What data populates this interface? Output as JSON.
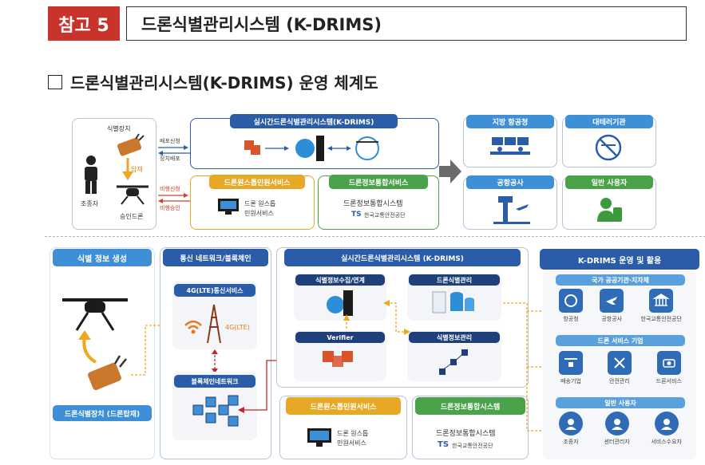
{
  "header": {
    "badge": "참고 5",
    "title": "드론식별관리시스템 (K-DRIMS)",
    "subtitle": "드론식별관리시스템(K-DRIMS) 운영 체계도"
  },
  "top": {
    "device_label": "식별장치",
    "mount_label": "탑재",
    "operator_label": "조종자",
    "approved_drone_label": "승인드론",
    "deploy_request": "배포신청",
    "device_deploy": "장치배포",
    "flight_request": "비행신청",
    "flight_approval": "비행승인",
    "realtime_system": "실시간드론식별관리시스템(K-DRIMS)",
    "onestop_header": "드론원스톱민원서비스",
    "onestop_name_1": "드론 원스톱",
    "onestop_name_2": "민원서비스",
    "integrated_header": "드론정보통합서비스",
    "integrated_system": "드론정보통합시스템",
    "ts_org": "한국교통안전공단",
    "ts_logo": "TS",
    "local_aviation": "지방 항공청",
    "counter_terror": "대테러기관",
    "airport_corp": "공항공사",
    "general_user": "일반 사용자"
  },
  "bottom": {
    "id_generation": "식별 정보 생성",
    "id_device": "드론식별장치 (드론탑재)",
    "network_header": "통신 네트워크/블록체인",
    "lte_service": "4G(LTE)통신서비스",
    "lte_label": "4G(LTE)",
    "blockchain_network": "블록체인네트워크",
    "realtime_system": "실시간드론식별관리시스템 (K-DRIMS)",
    "collect_link": "식별정보수집/연계",
    "drone_id_mgmt": "드론식별관리",
    "verifier": "Verifier",
    "id_info_mgmt": "식별정보관리",
    "onestop_header": "드론원스톱민원서비스",
    "onestop_name_1": "드론 원스톱",
    "onestop_name_2": "민원서비스",
    "integrated_header": "드론정보통합시스템",
    "integrated_system": "드론정보통합시스템",
    "ts_org": "한국교통안전공단",
    "ts_logo": "TS",
    "ops_header": "K-DRIMS 운영 및 활용",
    "group_public": "국가 공공기관·지자체",
    "public_items": [
      "항공청",
      "공항공사",
      "한국교통안전공단"
    ],
    "group_service": "드론 서비스 기업",
    "service_items": [
      "배송기업",
      "안전관리",
      "드론서비스"
    ],
    "group_general": "일반 사용자",
    "general_items": [
      "조종자",
      "센터관리자",
      "서비스수요자"
    ]
  },
  "colors": {
    "badge_red": "#c8342c",
    "system_blue": "#2a5ca8",
    "light_blue": "#3f8fd6",
    "yellow": "#e6a825",
    "green": "#4aa34a",
    "arrow_orange": "#f2a61d",
    "link_red": "#c0282d"
  }
}
